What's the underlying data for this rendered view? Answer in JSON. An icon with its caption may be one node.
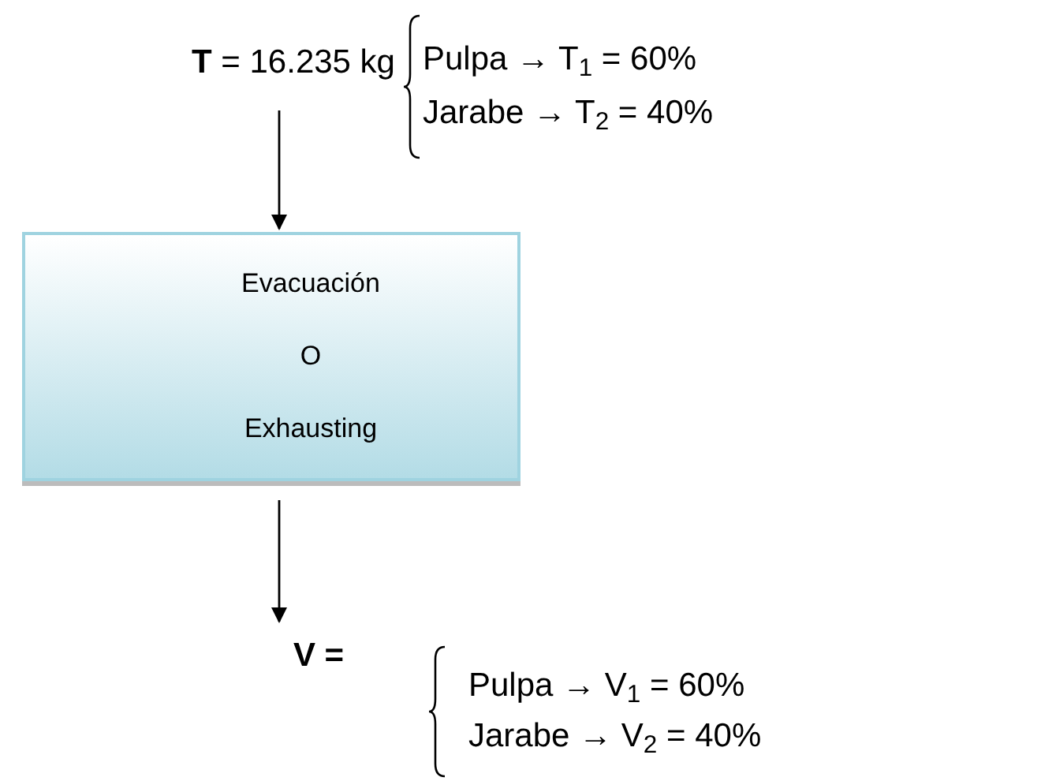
{
  "diagram": {
    "nodes": [
      {
        "text": [
          "**T** = 16.235 kg"
        ],
        "beside": [
          "Pulpa → T$_{1}$ = 60%",
          "Jarabe → T$_{2}$ = 40%"
        ]
      },
      {
        "text": [
          "Evacuación",
          "O",
          "Exhausting"
        ]
      },
      {
        "text": [
          "V ="
        ],
        "beside": [
          "Pulpa → V$_{1}$ = 60%",
          "Jarabe → V$_{2}$ = 40%"
        ]
      }
    ],
    "edges": [
      {
        "from": 0,
        "to": 1,
        "arrow": "to"
      },
      {
        "from": 1,
        "to": 2,
        "arrow": "to"
      }
    ]
  }
}
